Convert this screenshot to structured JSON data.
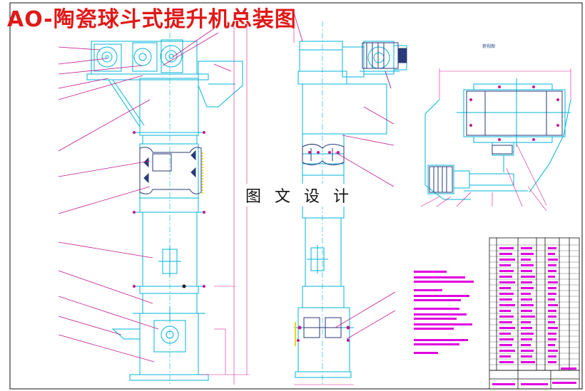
{
  "drawing": {
    "title": "AO-陶瓷球斗式提升机总装图",
    "watermark": "图 文 设 计",
    "view_label": "俯视图"
  },
  "colors": {
    "background": "#ffffff",
    "outline": "#00b4d8",
    "leader": "#c2188f",
    "dimension": "#d81b8f",
    "annotation": "#e000e0",
    "title": "#e01818",
    "hatch": "#f2d21b",
    "frame": "#111111"
  },
  "components": [
    "front-elevation-view",
    "side-elevation-view",
    "top-view",
    "drive-motor",
    "reducer",
    "hopper-buckets",
    "technical-requirements-block",
    "parts-list-table",
    "title-block"
  ]
}
